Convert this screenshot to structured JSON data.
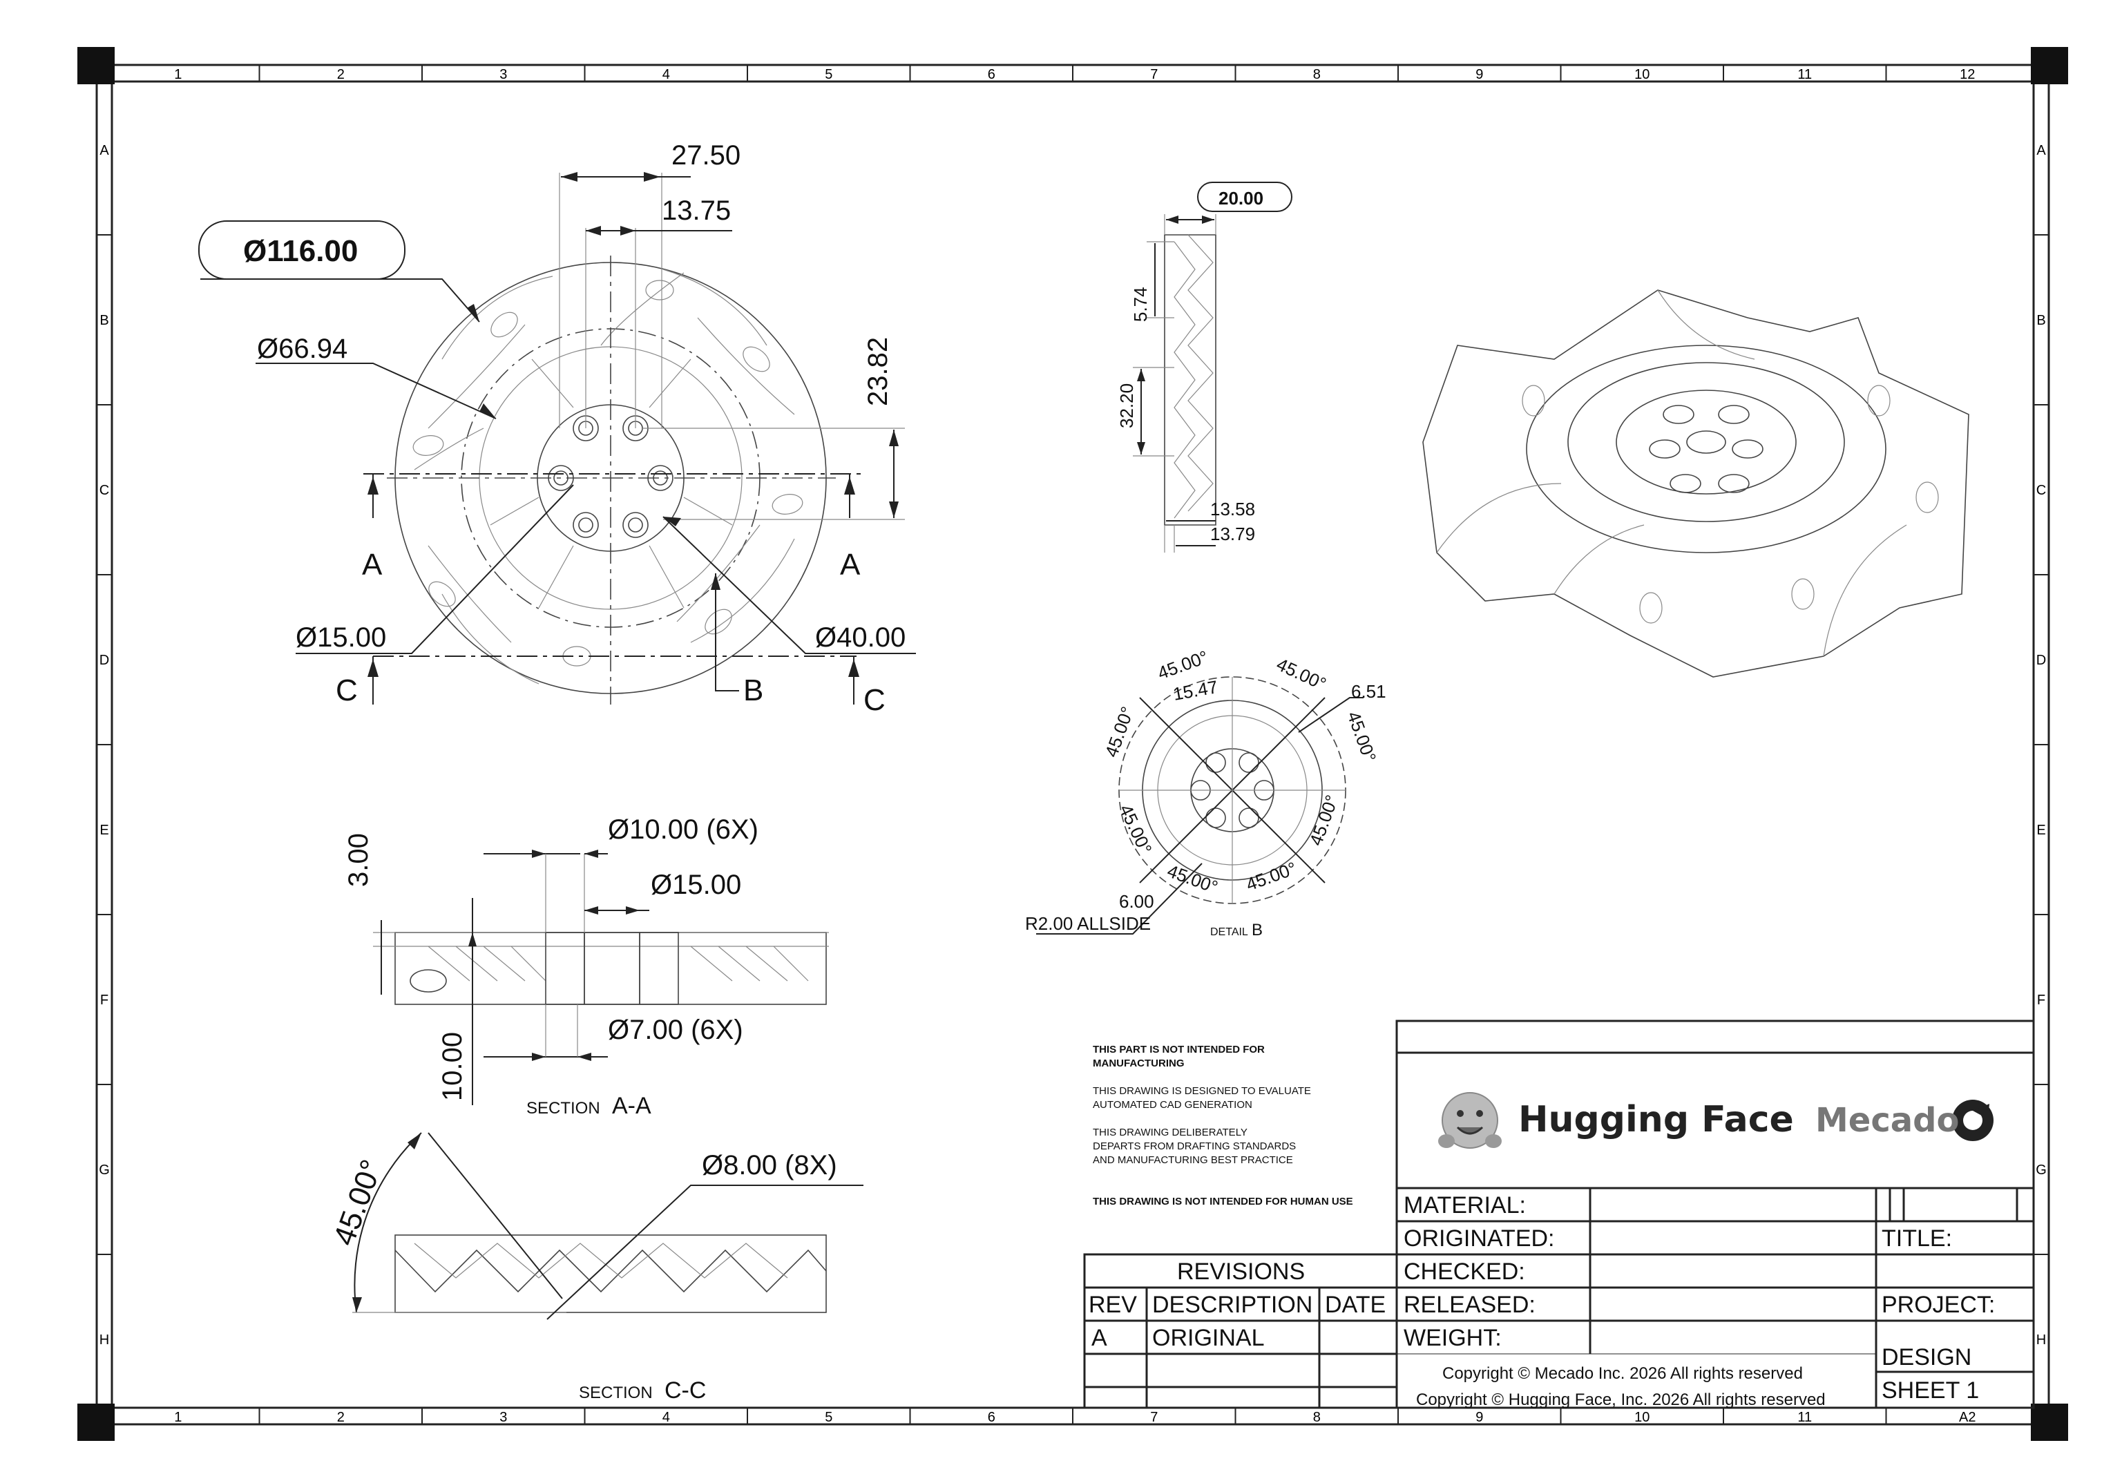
{
  "border": {
    "columns": [
      "1",
      "2",
      "3",
      "4",
      "5",
      "6",
      "7",
      "8",
      "9",
      "10",
      "11",
      "12"
    ],
    "columns_bottom": [
      "1",
      "2",
      "3",
      "4",
      "5",
      "6",
      "7",
      "8",
      "9",
      "10",
      "11",
      "A2"
    ],
    "rows": [
      "A",
      "B",
      "C",
      "D",
      "E",
      "F",
      "G",
      "H"
    ]
  },
  "front_view": {
    "dia_outer": "Ø116.00",
    "dia_mid": "Ø66.94",
    "dim_top1": "27.50",
    "dim_top2": "13.75",
    "dim_right": "23.82",
    "dia_bore": "Ø15.00",
    "dia_hub": "Ø40.00",
    "cut_a_left": "A",
    "cut_a_right": "A",
    "cut_c_left": "C",
    "cut_c_right": "C",
    "detail_b": "B"
  },
  "side_view": {
    "width": "20.00",
    "dim1": "5.74",
    "dim2": "32.20",
    "dim3": "13.58",
    "dim4": "13.79"
  },
  "detail": {
    "angles": [
      "45.00°",
      "45.00°",
      "45.00°",
      "45.00°",
      "45.00°",
      "45.00°",
      "45.00°",
      "45.00°"
    ],
    "dim1": "15.47",
    "dim2": "6.51",
    "dim3": "6.00",
    "radius": "R2.00  ALLSIDE",
    "label_small": "DETAIL",
    "label_letter": "B"
  },
  "section_aa": {
    "dim_top": "3.00",
    "dim_bot": "10.00",
    "hole1": "Ø10.00  (6X)",
    "hole2": "Ø15.00",
    "hole3": "Ø7.00  (6X)",
    "label_small": "SECTION",
    "label_letter": "A-A"
  },
  "section_cc": {
    "angle": "45.00°",
    "hole": "Ø8.00  (8X)",
    "label_small": "SECTION",
    "label_letter": "C-C"
  },
  "notes": {
    "n1a": "THIS PART IS NOT INTENDED FOR",
    "n1b": "MANUFACTURING",
    "n2a": "THIS DRAWING IS DESIGNED TO EVALUATE",
    "n2b": "AUTOMATED CAD GENERATION",
    "n3a": "THIS DRAWING DELIBERATELY",
    "n3b": "DEPARTS FROM DRAFTING STANDARDS",
    "n3c": "AND MANUFACTURING BEST PRACTICE",
    "n4": "THIS DRAWING IS NOT INTENDED FOR HUMAN USE"
  },
  "title_block": {
    "logo1": "Hugging Face",
    "logo2": "Mecado",
    "material": "MATERIAL:",
    "originated": "ORIGINATED:",
    "checked": "CHECKED:",
    "released": "RELEASED:",
    "weight": "WEIGHT:",
    "title": "TITLE:",
    "project": "PROJECT:",
    "design": "DESIGN",
    "sheet": "SHEET 1",
    "copy1": "Copyright © Mecado Inc. 2026 All rights reserved",
    "copy2": "Copyright © Hugging Face, Inc. 2026 All rights reserved"
  },
  "revisions": {
    "header": "REVISIONS",
    "col_rev": "REV",
    "col_desc": "DESCRIPTION",
    "col_date": "DATE",
    "rows": [
      {
        "rev": "A",
        "desc": "ORIGINAL",
        "date": ""
      }
    ]
  }
}
